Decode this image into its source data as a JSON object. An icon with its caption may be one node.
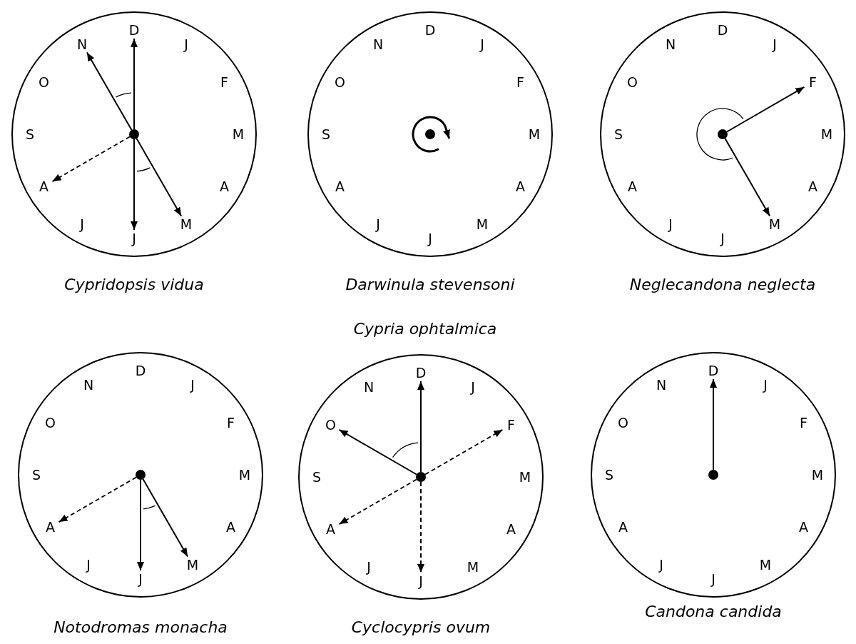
{
  "diagram": {
    "nodes": [
      {
        "text": [],
        "shape": "circle",
        "beside": [
          "Cypridopsis vidua"
        ]
      },
      {
        "text": [
          "D"
        ],
        "in": 0
      },
      {
        "text": [
          "J"
        ],
        "in": 0
      },
      {
        "text": [
          "F"
        ],
        "in": 0
      },
      {
        "text": [
          "M"
        ],
        "in": 0
      },
      {
        "text": [
          "A"
        ],
        "in": 0
      },
      {
        "text": [
          "M"
        ],
        "in": 0
      },
      {
        "text": [
          "J"
        ],
        "in": 0
      },
      {
        "text": [
          "J"
        ],
        "in": 0
      },
      {
        "text": [
          "A"
        ],
        "in": 0
      },
      {
        "text": [
          "S"
        ],
        "in": 0
      },
      {
        "text": [
          "O"
        ],
        "in": 0
      },
      {
        "text": [
          "N"
        ],
        "in": 0
      },
      {
        "text": [],
        "shape": "circle",
        "in": 0
      },
      {
        "text": [],
        "shape": "circle",
        "beside": [
          "Darwinula stevensoni"
        ]
      },
      {
        "text": [
          "D"
        ],
        "in": 14
      },
      {
        "text": [
          "J"
        ],
        "in": 14
      },
      {
        "text": [
          "F"
        ],
        "in": 14
      },
      {
        "text": [
          "M"
        ],
        "in": 14
      },
      {
        "text": [
          "A"
        ],
        "in": 14
      },
      {
        "text": [
          "M"
        ],
        "in": 14
      },
      {
        "text": [
          "J"
        ],
        "in": 14
      },
      {
        "text": [
          "J"
        ],
        "in": 14
      },
      {
        "text": [
          "A"
        ],
        "in": 14
      },
      {
        "text": [
          "S"
        ],
        "in": 14
      },
      {
        "text": [
          "O"
        ],
        "in": 14
      },
      {
        "text": [
          "N"
        ],
        "in": 14
      },
      {
        "text": [],
        "shape": "circle",
        "in": 14
      },
      {
        "text": [],
        "shape": "circle",
        "beside": [
          "Neglecandona neglecta"
        ]
      },
      {
        "text": [
          "D"
        ],
        "in": 28
      },
      {
        "text": [
          "J"
        ],
        "in": 28
      },
      {
        "text": [
          "F"
        ],
        "in": 28
      },
      {
        "text": [
          "M"
        ],
        "in": 28
      },
      {
        "text": [
          "A"
        ],
        "in": 28
      },
      {
        "text": [
          "M"
        ],
        "in": 28
      },
      {
        "text": [
          "J"
        ],
        "in": 28
      },
      {
        "text": [
          "J"
        ],
        "in": 28
      },
      {
        "text": [
          "A"
        ],
        "in": 28
      },
      {
        "text": [
          "S"
        ],
        "in": 28
      },
      {
        "text": [
          "O"
        ],
        "in": 28
      },
      {
        "text": [
          "N"
        ],
        "in": 28
      },
      {
        "text": [],
        "shape": "circle",
        "in": 28
      },
      {
        "text": [],
        "shape": "circle",
        "beside": [
          "Notodromas monacha"
        ]
      },
      {
        "text": [
          "D"
        ],
        "in": 42
      },
      {
        "text": [
          "J"
        ],
        "in": 42
      },
      {
        "text": [
          "F"
        ],
        "in": 42
      },
      {
        "text": [
          "M"
        ],
        "in": 42
      },
      {
        "text": [
          "A"
        ],
        "in": 42
      },
      {
        "text": [
          "M"
        ],
        "in": 42
      },
      {
        "text": [
          "J"
        ],
        "in": 42
      },
      {
        "text": [
          "J"
        ],
        "in": 42
      },
      {
        "text": [
          "A"
        ],
        "in": 42
      },
      {
        "text": [
          "S"
        ],
        "in": 42
      },
      {
        "text": [
          "O"
        ],
        "in": 42
      },
      {
        "text": [
          "N"
        ],
        "in": 42
      },
      {
        "text": [],
        "shape": "circle",
        "in": 42
      },
      {
        "text": [],
        "shape": "circle",
        "beside": [
          "Cyclocypris ovum"
        ]
      },
      {
        "text": [
          "D"
        ],
        "in": 56
      },
      {
        "text": [
          "J"
        ],
        "in": 56
      },
      {
        "text": [
          "F"
        ],
        "in": 56
      },
      {
        "text": [
          "M"
        ],
        "in": 56
      },
      {
        "text": [
          "A"
        ],
        "in": 56
      },
      {
        "text": [
          "M"
        ],
        "in": 56
      },
      {
        "text": [
          "J"
        ],
        "in": 56
      },
      {
        "text": [
          "J"
        ],
        "in": 56
      },
      {
        "text": [
          "A"
        ],
        "in": 56
      },
      {
        "text": [
          "S"
        ],
        "in": 56
      },
      {
        "text": [
          "O"
        ],
        "in": 56
      },
      {
        "text": [
          "N"
        ],
        "in": 56
      },
      {
        "text": [],
        "shape": "circle",
        "in": 56
      },
      {
        "text": [],
        "shape": "circle",
        "beside": [
          "Candona candida"
        ]
      },
      {
        "text": [
          "D"
        ],
        "in": 70
      },
      {
        "text": [
          "J"
        ],
        "in": 70
      },
      {
        "text": [
          "F"
        ],
        "in": 70
      },
      {
        "text": [
          "M"
        ],
        "in": 70
      },
      {
        "text": [
          "A"
        ],
        "in": 70
      },
      {
        "text": [
          "M"
        ],
        "in": 70
      },
      {
        "text": [
          "J"
        ],
        "in": 70
      },
      {
        "text": [
          "J"
        ],
        "in": 70
      },
      {
        "text": [
          "A"
        ],
        "in": 70
      },
      {
        "text": [
          "S"
        ],
        "in": 70
      },
      {
        "text": [
          "O"
        ],
        "in": 70
      },
      {
        "text": [
          "N"
        ],
        "in": 70
      },
      {
        "text": [],
        "shape": "circle",
        "in": 70
      }
    ],
    "edges": [
      {
        "from": 13,
        "to": 1,
        "arrow": "to"
      },
      {
        "from": 13,
        "to": 12,
        "arrow": "to"
      },
      {
        "from": 13,
        "to": 9,
        "arrow": "to",
        "style": "dashed"
      },
      {
        "from": 13,
        "to": 7,
        "arrow": "to"
      },
      {
        "from": 13,
        "to": 6,
        "arrow": "to"
      },
      {
        "from": 41,
        "to": 31,
        "arrow": "to"
      },
      {
        "from": 41,
        "to": 34,
        "arrow": "to"
      },
      {
        "from": 55,
        "to": 51,
        "arrow": "to",
        "style": "dashed"
      },
      {
        "from": 55,
        "to": 49,
        "arrow": "to"
      },
      {
        "from": 55,
        "to": 48,
        "arrow": "to"
      },
      {
        "from": 69,
        "to": 57,
        "arrow": "to"
      },
      {
        "from": 69,
        "to": 67,
        "arrow": "to"
      },
      {
        "from": 69,
        "to": 59,
        "arrow": "to",
        "style": "dashed"
      },
      {
        "from": 69,
        "to": 65,
        "arrow": "to",
        "style": "dashed"
      },
      {
        "from": 69,
        "to": 63,
        "arrow": "to",
        "style": "dashed"
      },
      {
        "from": 83,
        "to": 71,
        "arrow": "to"
      }
    ],
    "labels": [
      "Cypria ophtalmica"
    ]
  }
}
